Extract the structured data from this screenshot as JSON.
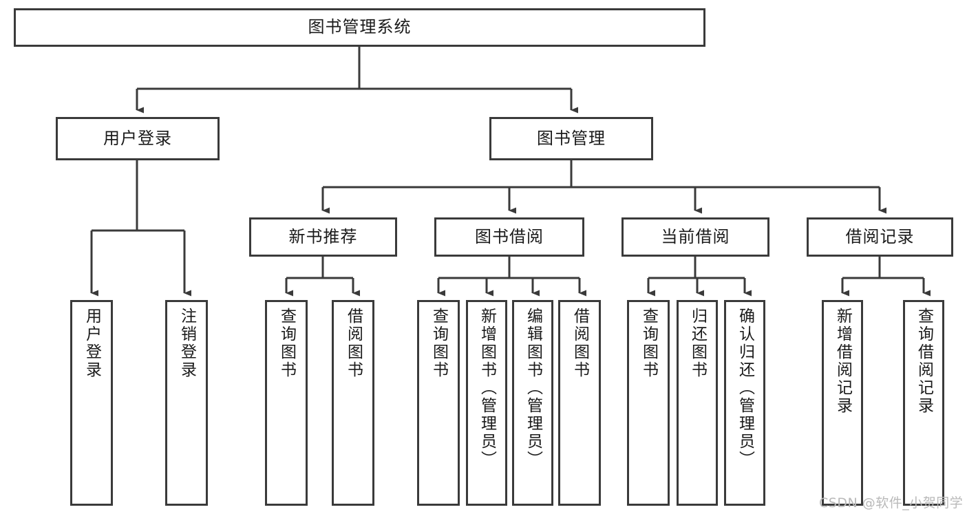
{
  "diagram": {
    "title": "图书管理系统",
    "type": "tree-hierarchy-chart",
    "root": {
      "label": "图书管理系统"
    },
    "level2": [
      {
        "label": "用户登录"
      },
      {
        "label": "图书管理"
      }
    ],
    "level3": [
      {
        "label": "新书推荐"
      },
      {
        "label": "图书借阅"
      },
      {
        "label": "当前借阅"
      },
      {
        "label": "借阅记录"
      }
    ],
    "leaves": {
      "user_login": [
        {
          "label": "用户登录"
        },
        {
          "label": "注销登录"
        }
      ],
      "new_book_recommend": [
        {
          "label": "查询图书"
        },
        {
          "label": "借阅图书"
        }
      ],
      "book_borrow": [
        {
          "label": "查询图书"
        },
        {
          "label": "新增图书（管理员）"
        },
        {
          "label": "编辑图书（管理员）"
        },
        {
          "label": "借阅图书"
        }
      ],
      "current_borrow": [
        {
          "label": "查询图书"
        },
        {
          "label": "归还图书"
        },
        {
          "label": "确认归还（管理员）"
        }
      ],
      "borrow_records": [
        {
          "label": "新增借阅记录"
        },
        {
          "label": "查询借阅记录"
        }
      ]
    }
  },
  "watermark": {
    "text": "CSDN @软件_小贺同学"
  },
  "colors": {
    "box_border": "#3a3a3a",
    "box_fill": "#ffffff",
    "connector": "#3a3a3a",
    "text": "#1a1a1a",
    "watermark": "#b9b9b9"
  }
}
